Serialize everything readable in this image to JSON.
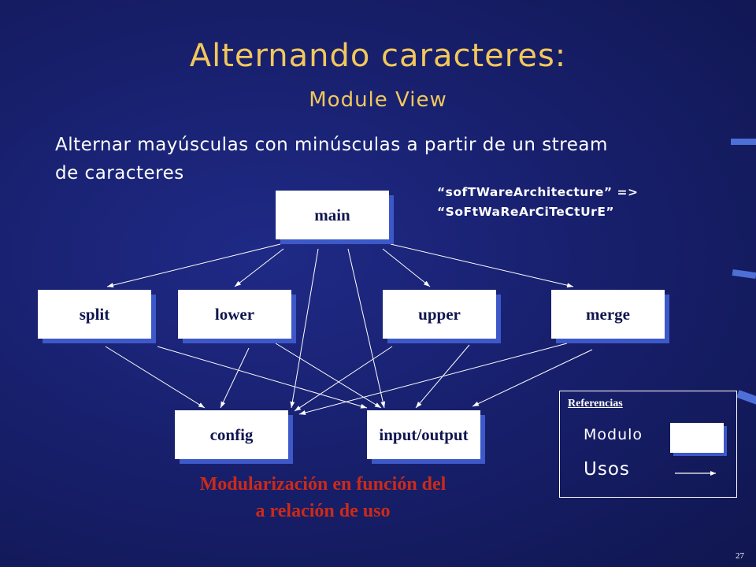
{
  "slide": {
    "title": "Alternando caracteres:",
    "subtitle": "Module View",
    "description": "Alternar mayúsculas con minúsculas a partir de un stream de caracteres",
    "example_line1": "“sofTWareArchitecture” =>",
    "example_line2": "“SoFtWaReArCiTeCtUrE”",
    "caption_line1": "Modularización en función del",
    "caption_line2": "a relación de uso",
    "page_number": "27"
  },
  "diagram": {
    "modules": {
      "main": "main",
      "split": "split",
      "lower": "lower",
      "upper": "upper",
      "merge": "merge",
      "config": "config",
      "io": "input/output"
    },
    "uses": [
      [
        "main",
        "split"
      ],
      [
        "main",
        "lower"
      ],
      [
        "main",
        "upper"
      ],
      [
        "main",
        "merge"
      ],
      [
        "main",
        "config"
      ],
      [
        "main",
        "io"
      ],
      [
        "split",
        "config"
      ],
      [
        "split",
        "io"
      ],
      [
        "lower",
        "config"
      ],
      [
        "lower",
        "io"
      ],
      [
        "upper",
        "config"
      ],
      [
        "upper",
        "io"
      ],
      [
        "merge",
        "config"
      ],
      [
        "merge",
        "io"
      ]
    ]
  },
  "legend": {
    "title": "Referencias",
    "module_label": "Modulo",
    "uses_label": "Usos"
  },
  "colors": {
    "title": "#f2c85b",
    "caption": "#cc2a18",
    "module_shadow": "#3d58c8"
  }
}
